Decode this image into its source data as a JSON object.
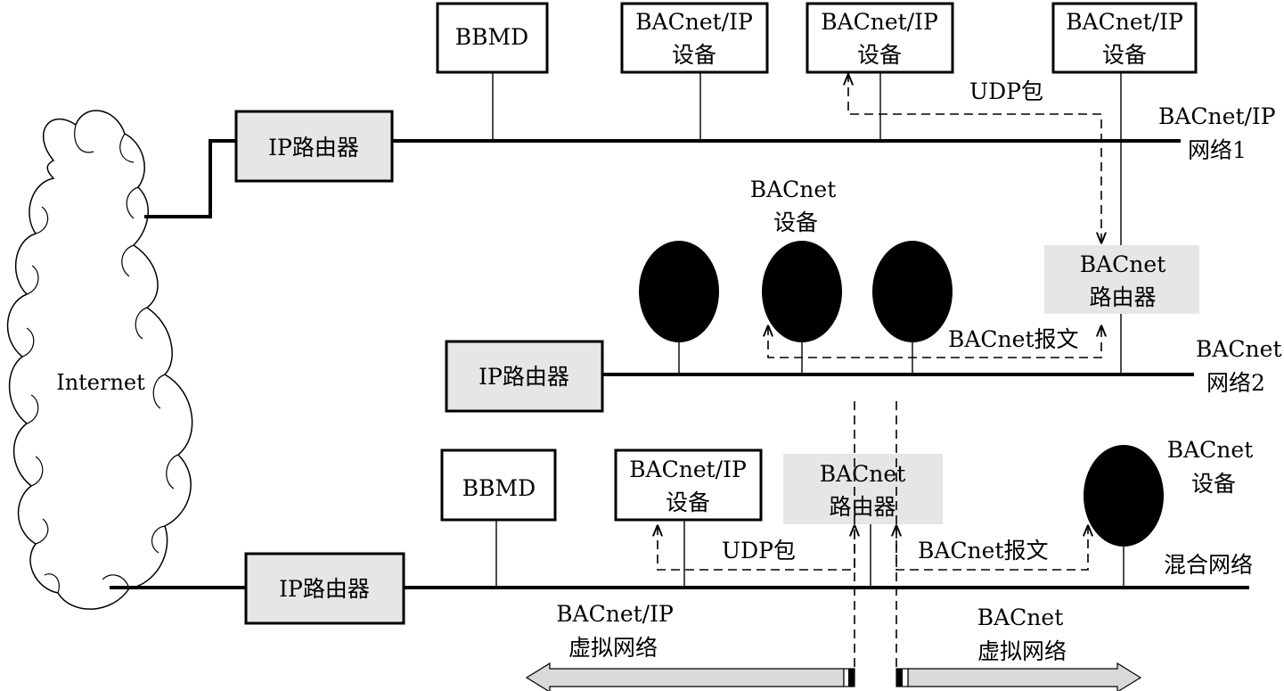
{
  "diagram": {
    "cloud_label": "Internet",
    "router_ip": "IP路由器",
    "bbmd": "BBMD",
    "ip_device_line1": "BACnet/IP",
    "ip_device_line2": "设备",
    "bacnet_router_line1": "BACnet",
    "bacnet_router_line2": "路由器",
    "net1_line1": "BACnet/IP",
    "net1_line2": "网络1",
    "net2_line1": "BACnet",
    "net2_line2": "网络2",
    "mixed_net": "混合网络",
    "bacnet_device_line1": "BACnet",
    "bacnet_device_line2": "设备",
    "udp_packet": "UDP包",
    "bacnet_message": "BACnet报文",
    "virt_ip_line1": "BACnet/IP",
    "virt_ip_line2": "虚拟网络",
    "virt_bac_line1": "BACnet",
    "virt_bac_line2": "虚拟网络"
  },
  "colors": {
    "line": "#000000",
    "box_fill": "#ffffff",
    "router_fill": "#e6e6e6",
    "node_fill": "#000000",
    "arrow_fill": "#d9d9d9"
  }
}
